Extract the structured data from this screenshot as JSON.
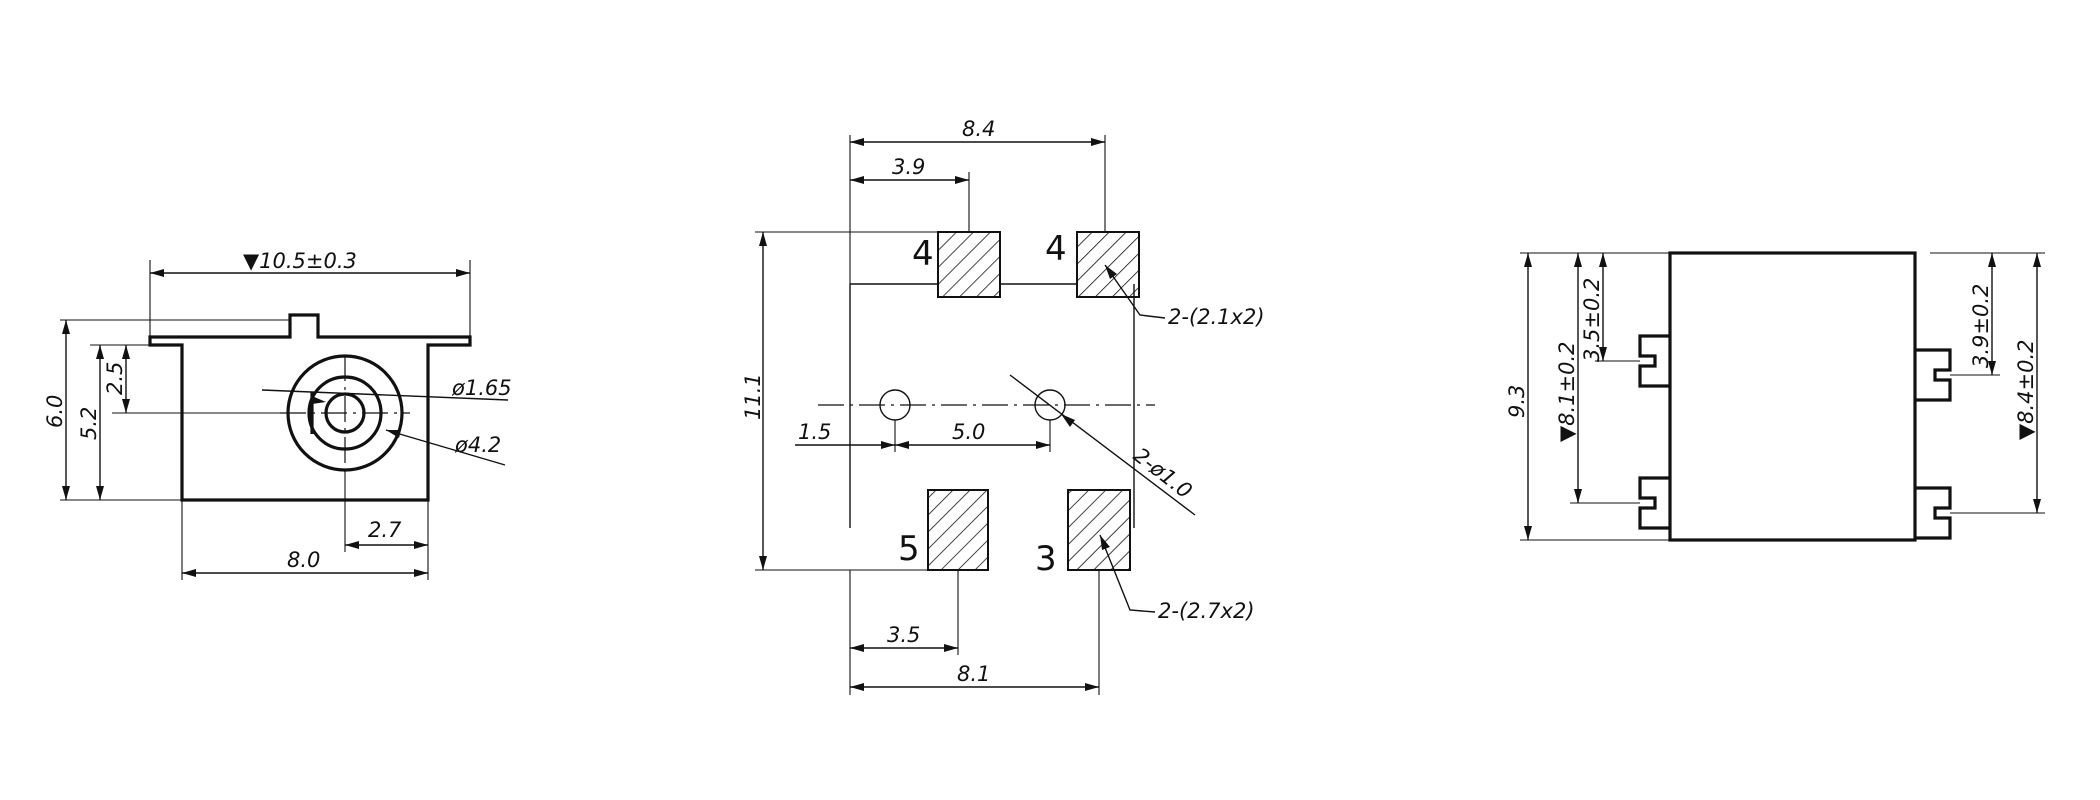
{
  "left_view": {
    "width_tol": "▼10.5±0.3",
    "height_6": "6.0",
    "height_52": "5.2",
    "height_25": "2.5",
    "dia_165": "ø1.65",
    "dia_42": "ø4.2",
    "width_27": "2.7",
    "width_80": "8.0"
  },
  "center_view": {
    "width_84": "8.4",
    "width_39": "3.9",
    "height_111": "11.1",
    "dim_15": "1.5",
    "dim_50": "5.0",
    "holes": "2-ø1.0",
    "pad_top_note": "2-(2.1x2)",
    "pad_bottom_note": "2-(2.7x2)",
    "width_35": "3.5",
    "width_81": "8.1",
    "pin_top_left": "4",
    "pin_top_right": "4",
    "pin_bottom_left": "5",
    "pin_bottom_right": "3"
  },
  "right_view": {
    "height_93": "9.3",
    "height_81": "▼8.1±0.2",
    "height_35": "3.5±0.2",
    "height_39": "3.9±0.2",
    "height_84": "▼8.4±0.2"
  }
}
